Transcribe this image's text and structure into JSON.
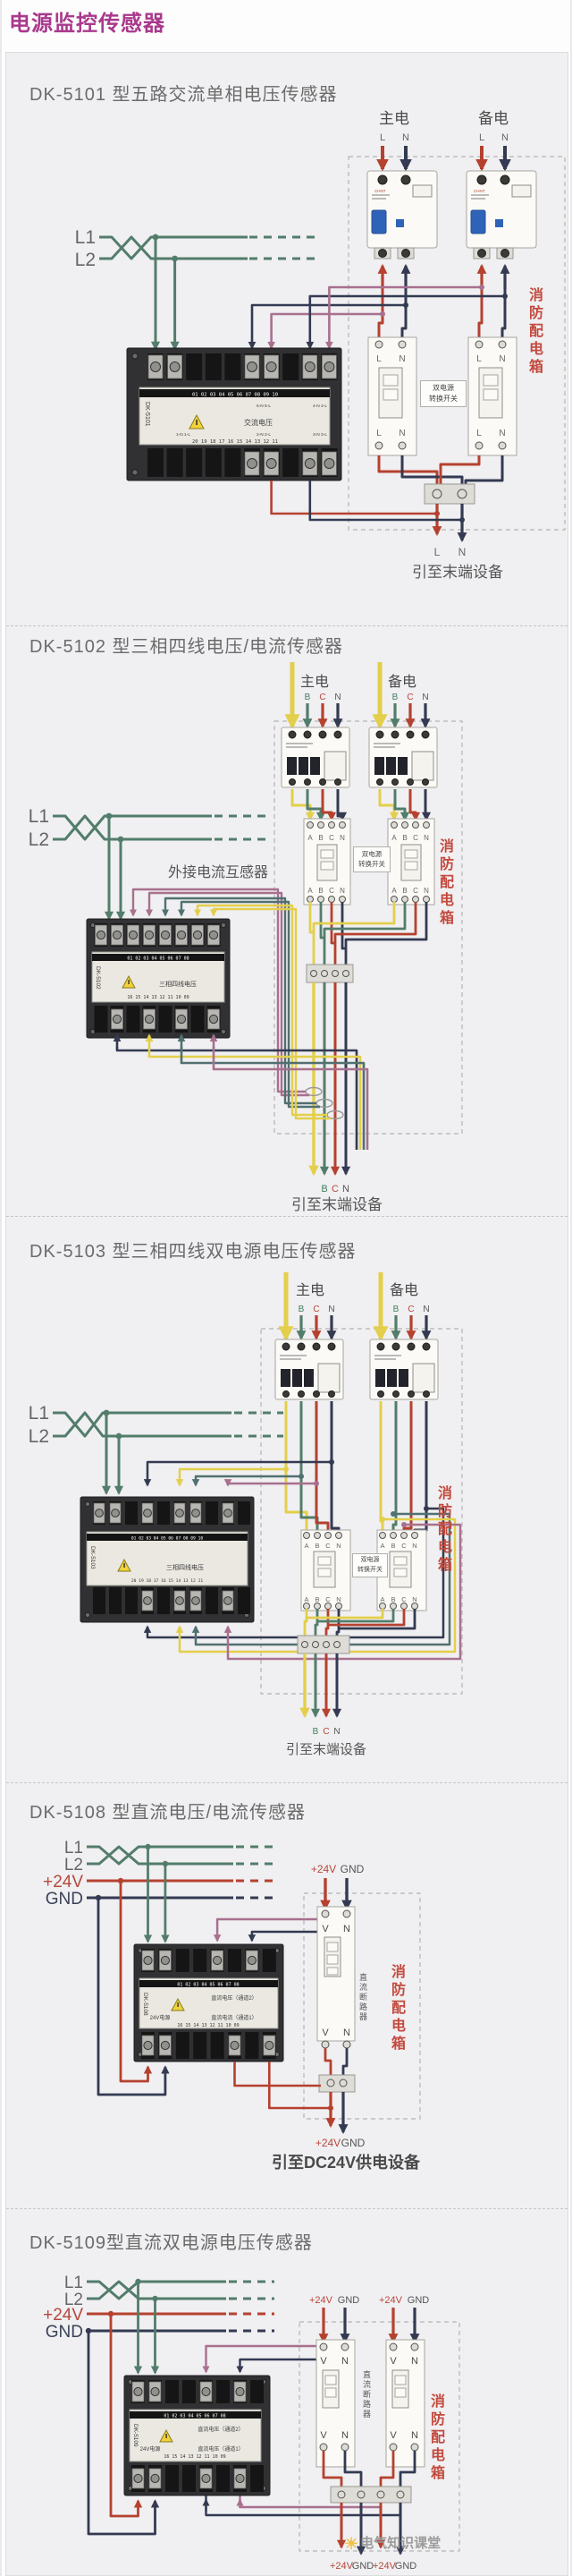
{
  "page": {
    "title": "电源监控传感器",
    "watermark": "电气知识课堂"
  },
  "common": {
    "main": "主电",
    "backup": "备电",
    "fire": "消防配电箱",
    "transfer": "双电源\n转换开关",
    "dc_breaker": "直流断路器",
    "to_end": "引至末端设备",
    "brand": "CHNT",
    "l": "L",
    "n": "N",
    "v": "V",
    "a": "A",
    "b": "B",
    "c": "C",
    "l1": "L1",
    "l2": "L2",
    "p24": "+24V",
    "gnd": "GND"
  },
  "sections": {
    "s1": {
      "heading": "DK-5101 型五路交流单相电压传感器",
      "model": "DK-5101",
      "panel_text": "交流电压",
      "top_nums": "01 02 03 04 05 06 07 08 09 10",
      "bottom_nums": "20 19 18 17 16 15 14 13 12 11",
      "pair_5": "5-N 5-L",
      "pair_4": "4-N 4-L",
      "pair_1": "1-N 1-L",
      "pair_2": "2-N 2-L",
      "pair_3": "3-N 3-L"
    },
    "s2": {
      "heading": "DK-5102 型三相四线电压/电流传感器",
      "model": "DK-5102",
      "panel_text": "三相四线电压",
      "ct_label": "外接电流互感器",
      "top_nums": "01 02 03 04 05 06 07 08",
      "bottom_nums": "16 15 14 13 12 11 10 09"
    },
    "s3": {
      "heading": "DK-5103 型三相四线双电源电压传感器",
      "model": "DK-5103",
      "panel_text": "三相四线电压",
      "top_nums": "01 02 03 04 05 06 07 08 09 10",
      "bottom_nums": "20 19 18 17 16 15 14 13 12 11"
    },
    "s4": {
      "heading": "DK-5108 型直流电压/电流传感器",
      "model": "DK-5108",
      "panel_24v": "24V电源",
      "panel_ch2": "直流电压（通道2）",
      "panel_ch1": "直流电流（通道1）",
      "to_dc": "引至DC24V供电设备",
      "top_nums": "01 02 03 04 05 06 07 08",
      "bottom_nums": "16 15 14 13 12 11 10 09"
    },
    "s5": {
      "heading": "DK-5109型直流双电源电压传感器",
      "model": "DK-5109",
      "panel_24v": "24V电源",
      "panel_ch2": "直流电压（通道2）",
      "panel_ch1": "直流电压（通道1）",
      "top_nums": "01 02 03 04 05 06 07 08",
      "bottom_nums": "16 15 14 13 12 11 10 09"
    }
  },
  "colors": {
    "title": "#a9398c",
    "fire_red": "#c34a3e",
    "wire_green": "#527d6b",
    "wire_red": "#b5412f",
    "wire_navy": "#333a52",
    "wire_yellow": "#e3cf4b",
    "wire_pink": "#a8708f",
    "wire_teal": "#507071",
    "breaker_blue": "#2f63b8"
  }
}
